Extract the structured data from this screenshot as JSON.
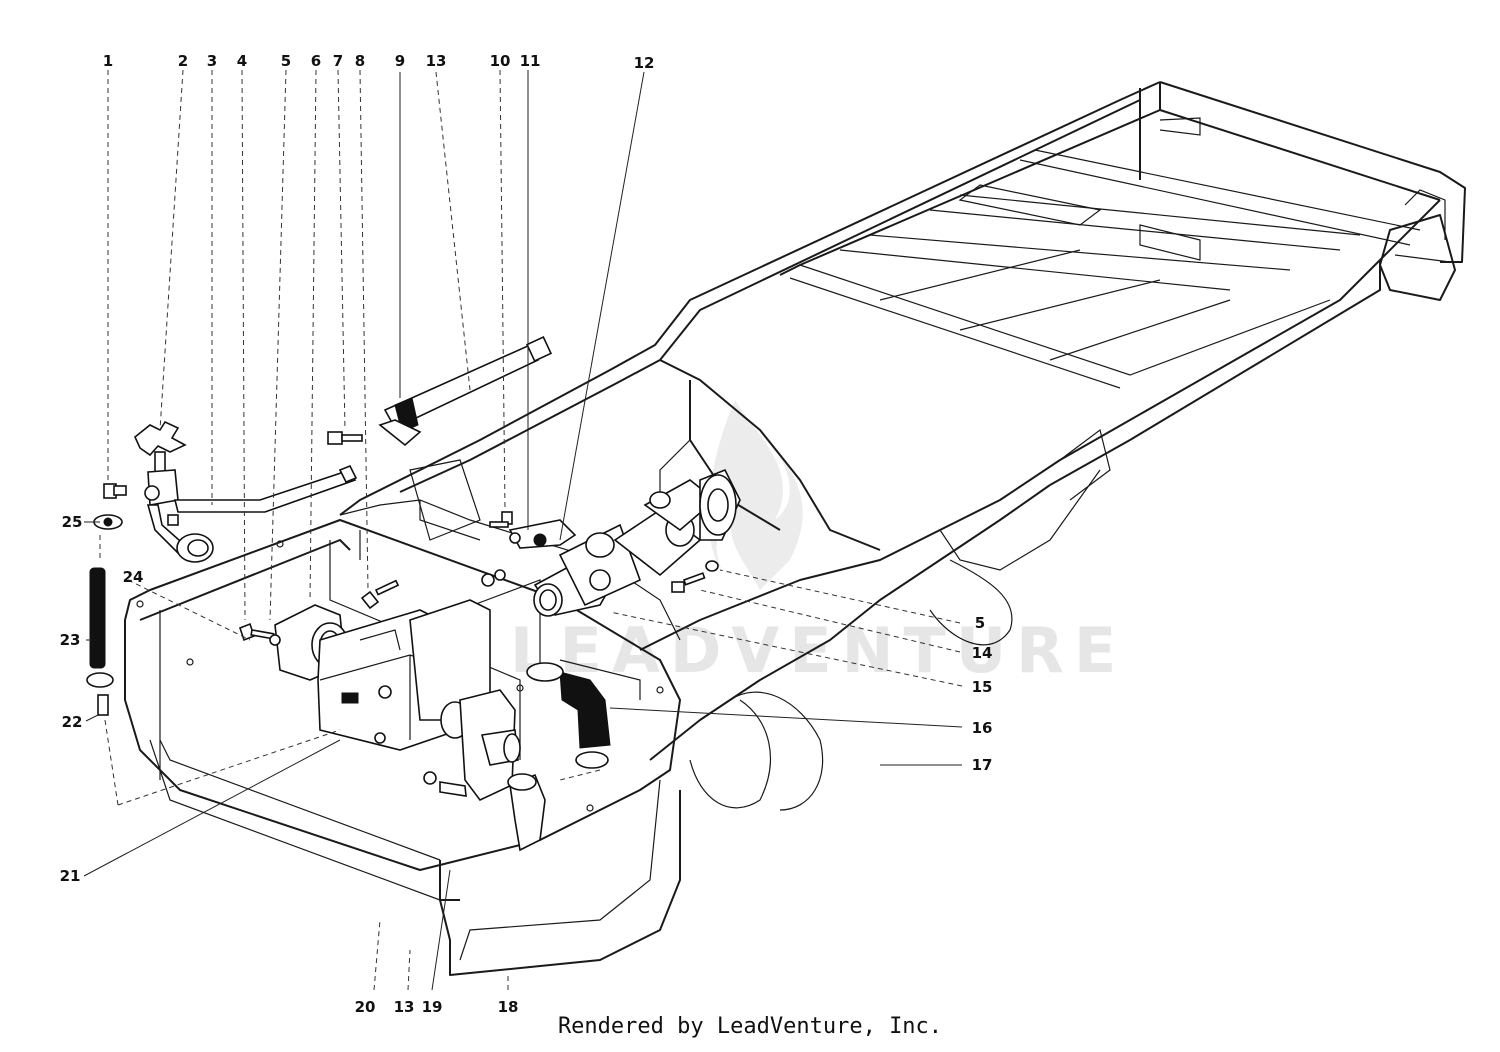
{
  "diagram": {
    "callouts": {
      "c1": "1",
      "c2": "2",
      "c3": "3",
      "c4": "4",
      "c5a": "5",
      "c6": "6",
      "c7": "7",
      "c8": "8",
      "c9": "9",
      "c13a": "13",
      "c10": "10",
      "c11": "11",
      "c12": "12",
      "c25": "25",
      "c24": "24",
      "c23": "23",
      "c22": "22",
      "c21": "21",
      "c20": "20",
      "c13b": "13",
      "c19": "19",
      "c18": "18",
      "c5b": "5",
      "c14": "14",
      "c15": "15",
      "c16": "16",
      "c17": "17"
    },
    "watermark": "LEADVENTURE",
    "footer": "Rendered by LeadVenture, Inc."
  }
}
